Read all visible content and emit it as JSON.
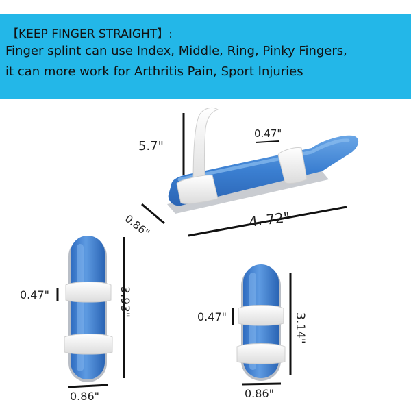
{
  "banner": {
    "line1": "【KEEP FINGER STRAIGHT】:",
    "line2": "Finger splint can use Index, Middle, Ring, Pinky Fingers,",
    "line3": "it can more work for Arthritis Pain, Sport Injuries",
    "background_color": "#23b7e8"
  },
  "large_splint": {
    "height_label": "5.7\"",
    "strap_width_label": "0.47\"",
    "width_label": "0.86\"",
    "length_label": "4. 72\""
  },
  "medium_splint": {
    "strap_width_label": "0.47\"",
    "length_label": "3.93\"",
    "width_label": "0.86\""
  },
  "small_splint": {
    "strap_width_label": "0.47\"",
    "length_label": "3.14\"",
    "width_label": "0.86\""
  },
  "colors": {
    "foam_blue": "#3b7fd1",
    "foam_blue_light": "#6aa6e6",
    "strap_white": "#f4f4f4",
    "dimension_line": "#111111"
  }
}
